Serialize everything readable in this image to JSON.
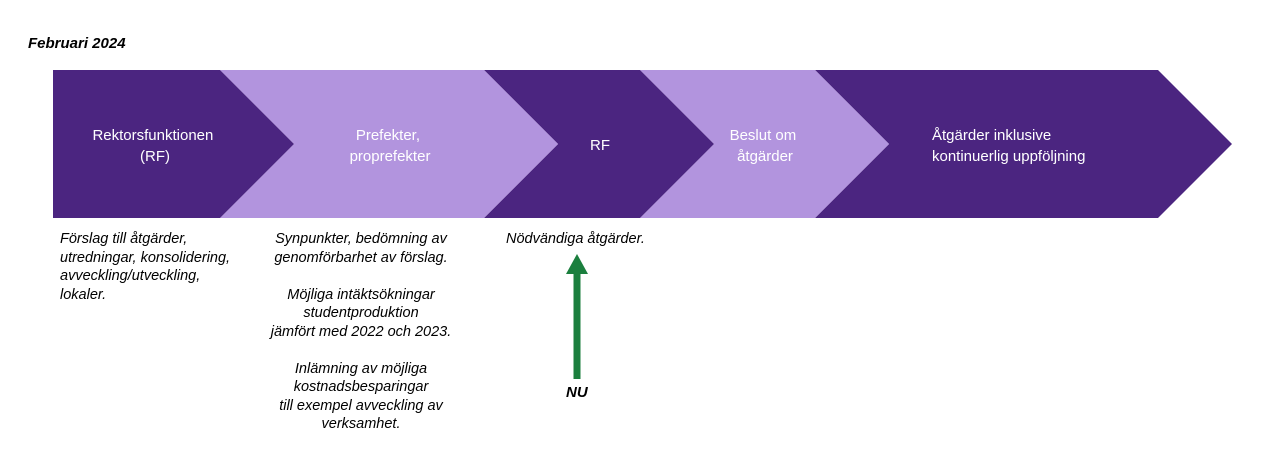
{
  "date": "Februari 2024",
  "colors": {
    "dark": "#4b2580",
    "light": "#b294de",
    "arrow": "#1b7f3e"
  },
  "steps": [
    {
      "lines": [
        "Rektorsfunktionen",
        "(RF)"
      ],
      "tone": "dark"
    },
    {
      "lines": [
        "Prefekter,",
        "proprefekter"
      ],
      "tone": "light"
    },
    {
      "lines": [
        "RF"
      ],
      "tone": "dark"
    },
    {
      "lines": [
        "Beslut om",
        "åtgärder"
      ],
      "tone": "light"
    },
    {
      "lines": [
        "Åtgärder inklusive",
        "kontinuerlig uppföljning"
      ],
      "tone": "dark"
    }
  ],
  "notes": {
    "step1": "Förslag till åtgärder,\nutredningar, konsolidering,\navveckling/utveckling,\nlokaler.",
    "step2": "Synpunkter, bedömning av\ngenomförbarhet av förslag.\n\nMöjliga intäktsökningar\nstudentproduktion\njämfört med 2022 och 2023.\n\nInlämning av möjliga\nkostnadsbesparingar\ntill exempel avveckling av\nverksamhet.",
    "step3": "Nödvändiga åtgärder."
  },
  "now_marker": {
    "label": "NU",
    "icon": "up-arrow-icon"
  }
}
